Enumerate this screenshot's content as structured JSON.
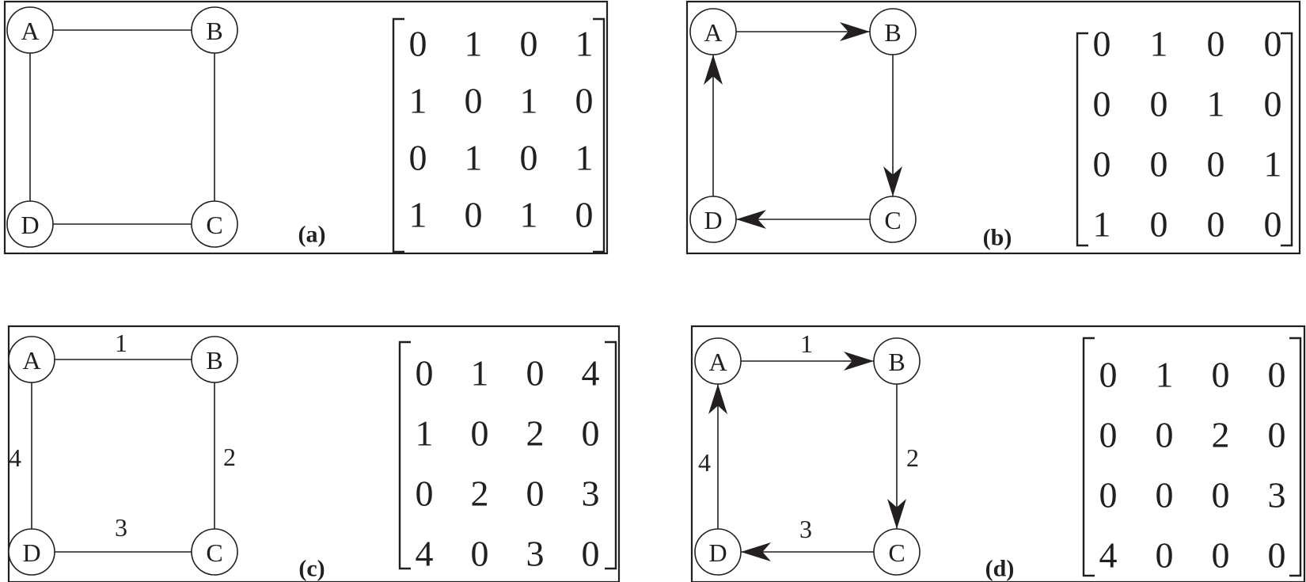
{
  "panels": [
    {
      "id": "a",
      "caption": "(a)",
      "directed": false,
      "nodes": [
        "A",
        "B",
        "C",
        "D"
      ],
      "edges": [
        {
          "from": "A",
          "to": "B",
          "weight": ""
        },
        {
          "from": "B",
          "to": "C",
          "weight": ""
        },
        {
          "from": "C",
          "to": "D",
          "weight": ""
        },
        {
          "from": "D",
          "to": "A",
          "weight": ""
        }
      ],
      "matrix": [
        [
          "0",
          "1",
          "0",
          "1"
        ],
        [
          "1",
          "0",
          "1",
          "0"
        ],
        [
          "0",
          "1",
          "0",
          "1"
        ],
        [
          "1",
          "0",
          "1",
          "0"
        ]
      ]
    },
    {
      "id": "b",
      "caption": "(b)",
      "directed": true,
      "nodes": [
        "A",
        "B",
        "C",
        "D"
      ],
      "edges": [
        {
          "from": "A",
          "to": "B",
          "weight": ""
        },
        {
          "from": "B",
          "to": "C",
          "weight": ""
        },
        {
          "from": "C",
          "to": "D",
          "weight": ""
        },
        {
          "from": "D",
          "to": "A",
          "weight": ""
        }
      ],
      "matrix": [
        [
          "0",
          "1",
          "0",
          "0"
        ],
        [
          "0",
          "0",
          "1",
          "0"
        ],
        [
          "0",
          "0",
          "0",
          "1"
        ],
        [
          "1",
          "0",
          "0",
          "0"
        ]
      ]
    },
    {
      "id": "c",
      "caption": "(c)",
      "directed": false,
      "nodes": [
        "A",
        "B",
        "C",
        "D"
      ],
      "edges": [
        {
          "from": "A",
          "to": "B",
          "weight": "1"
        },
        {
          "from": "B",
          "to": "C",
          "weight": "2"
        },
        {
          "from": "C",
          "to": "D",
          "weight": "3"
        },
        {
          "from": "D",
          "to": "A",
          "weight": "4"
        }
      ],
      "matrix": [
        [
          "0",
          "1",
          "0",
          "4"
        ],
        [
          "1",
          "0",
          "2",
          "0"
        ],
        [
          "0",
          "2",
          "0",
          "3"
        ],
        [
          "4",
          "0",
          "3",
          "0"
        ]
      ]
    },
    {
      "id": "d",
      "caption": "(d)",
      "directed": true,
      "nodes": [
        "A",
        "B",
        "C",
        "D"
      ],
      "edges": [
        {
          "from": "A",
          "to": "B",
          "weight": "1"
        },
        {
          "from": "B",
          "to": "C",
          "weight": "2"
        },
        {
          "from": "C",
          "to": "D",
          "weight": "3"
        },
        {
          "from": "D",
          "to": "A",
          "weight": "4"
        }
      ],
      "matrix": [
        [
          "0",
          "1",
          "0",
          "0"
        ],
        [
          "0",
          "0",
          "2",
          "0"
        ],
        [
          "0",
          "0",
          "0",
          "3"
        ],
        [
          "4",
          "0",
          "0",
          "0"
        ]
      ]
    }
  ]
}
